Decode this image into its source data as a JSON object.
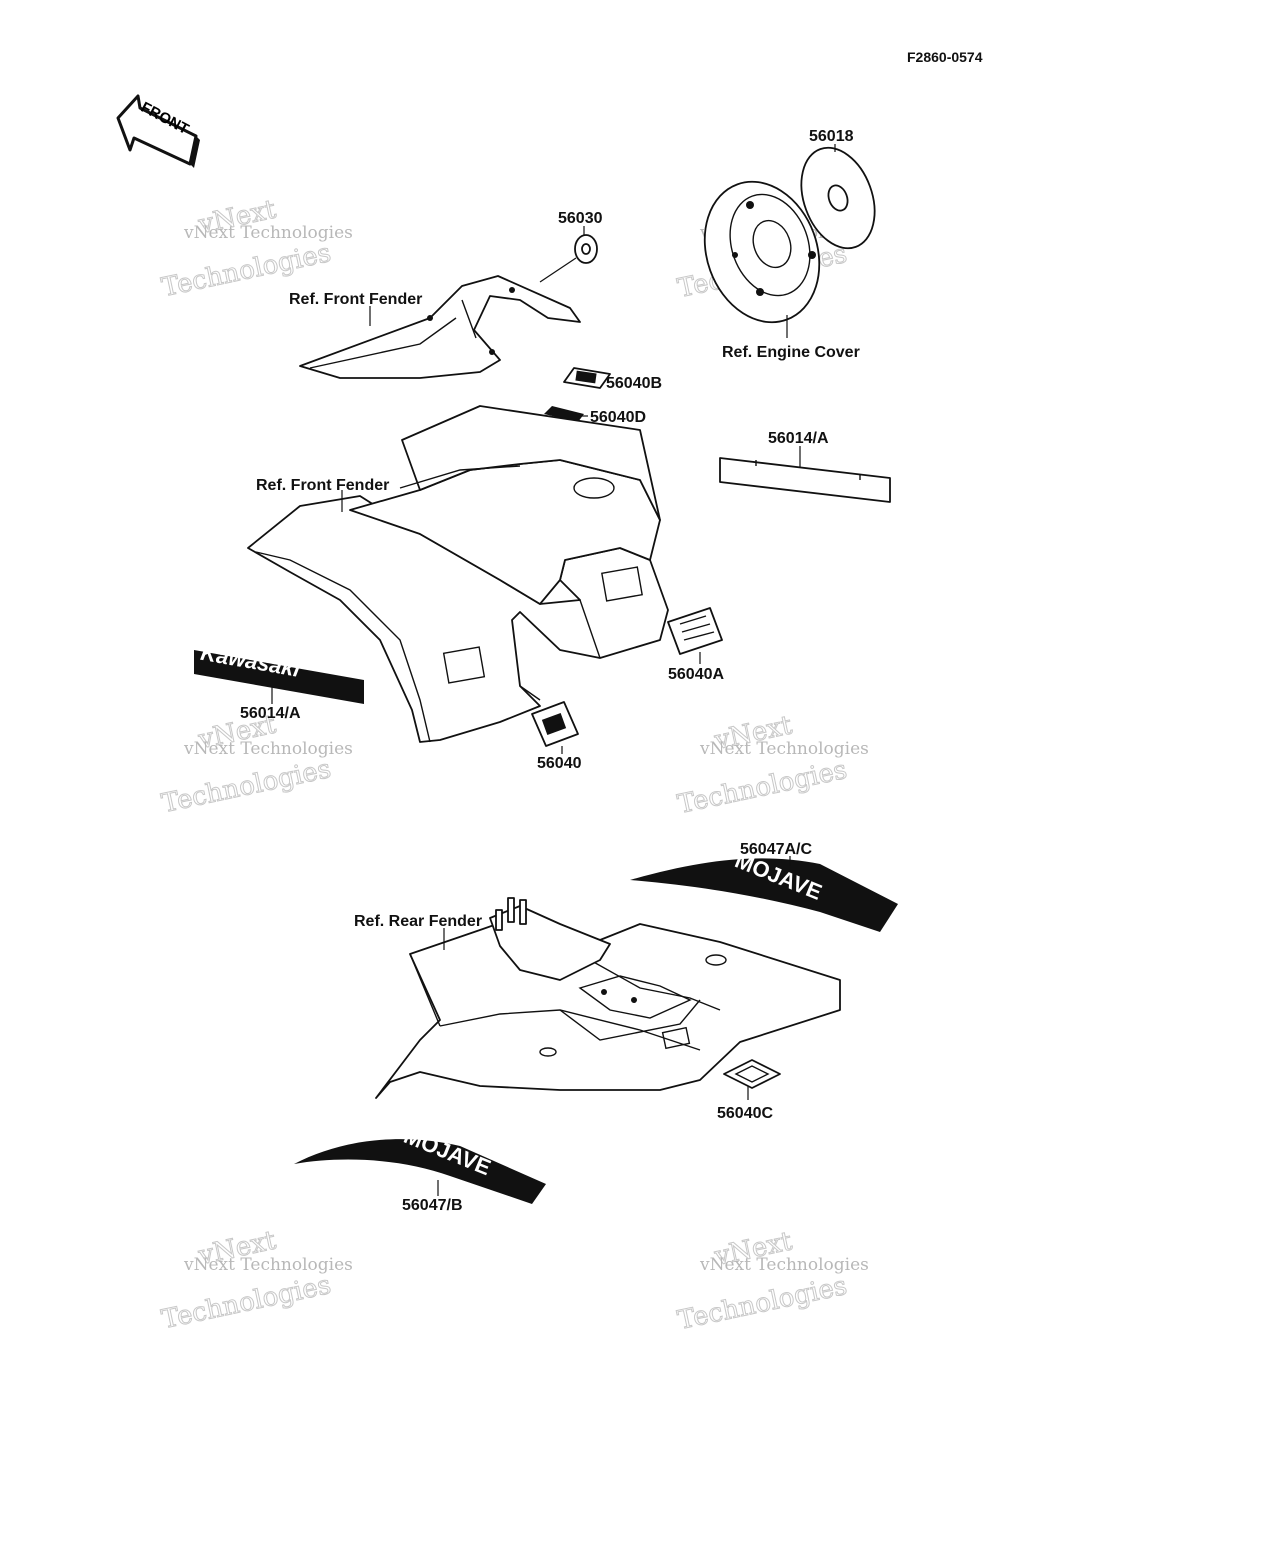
{
  "diagram_code": "F2860-0574",
  "front_arrow": "FRONT",
  "labels": {
    "p56018": "56018",
    "p56030": "56030",
    "ref_front_fender_1": "Ref. Front Fender",
    "ref_engine_cover": "Ref. Engine Cover",
    "p56040B": "56040B",
    "p56040D": "56040D",
    "p56014A_right": "56014/A",
    "ref_front_fender_2": "Ref. Front Fender",
    "p56040A": "56040A",
    "p56014A_left": "56014/A",
    "p56040": "56040",
    "p56047AC": "56047A/C",
    "ref_rear_fender": "Ref. Rear Fender",
    "p56040C": "56040C",
    "p56047B": "56047/B"
  },
  "decals": {
    "kawasaki": "Kawasaki",
    "mojave_left": "MOJAVE",
    "mojave_right": "MOJAVE"
  },
  "watermark": {
    "line1": "vNext Technologies",
    "line2": "Technologies",
    "line3": "vNext"
  }
}
